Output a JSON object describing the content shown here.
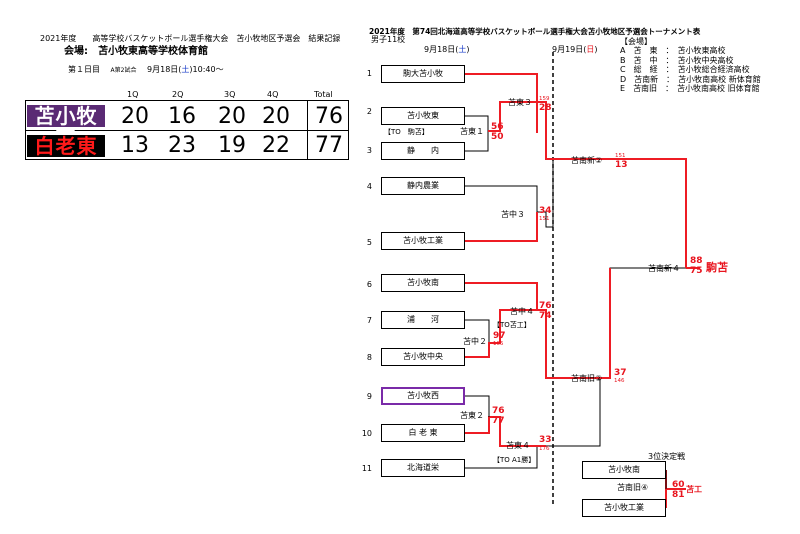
{
  "left": {
    "line1": "2021年度　　高等学校バスケットボール選手権大会　苫小牧地区予選会　結果記録",
    "venue": "会場:　苫小牧東高等学校体育館",
    "day_label": "第１日目",
    "match_label": "A第2試合",
    "date_prefix": "9月18日(",
    "date_day": "土",
    "date_suffix": ")10:40～",
    "headers": [
      "1Q",
      "2Q",
      "3Q",
      "4Q",
      "Total"
    ],
    "teams": [
      {
        "name": "苫小牧西",
        "scores": [
          "20",
          "16",
          "20",
          "20"
        ],
        "total": "76",
        "color": "#5a2a74"
      },
      {
        "name": "白老東",
        "scores": [
          "13",
          "23",
          "19",
          "22"
        ],
        "total": "77",
        "color": "#d81010"
      }
    ]
  },
  "right": {
    "title": "2021年度　第74回北海道高等学校バスケットボール選手権大会苫小牧地区予選会トーナメント表",
    "subtitle": "男子11校",
    "day1_prefix": "9月18日(",
    "day1_day": "土",
    "day1_suffix": ")",
    "day2_prefix": "9月19日(",
    "day2_day": "日",
    "day2_suffix": ")",
    "venue_header": "【会場】",
    "venues": [
      {
        "code": "A",
        "abbr": "苫　東",
        "name": "：　苫小牧東高校"
      },
      {
        "code": "B",
        "abbr": "苫　中",
        "name": "：　苫小牧中央高校"
      },
      {
        "code": "C",
        "abbr": "総　経",
        "name": "：　苫小牧総合経済高校"
      },
      {
        "code": "D",
        "abbr": "苫南新",
        "name": "：　苫小牧南高校 新体育館"
      },
      {
        "code": "E",
        "abbr": "苫南旧",
        "name": "：　苫小牧南高校 旧体育館"
      }
    ],
    "teams": [
      {
        "seed": "1",
        "name": "駒大苫小牧"
      },
      {
        "seed": "2",
        "name": "苫小牧東"
      },
      {
        "seed": "3",
        "name": "静　　内"
      },
      {
        "seed": "4",
        "name": "静内農業"
      },
      {
        "seed": "5",
        "name": "苫小牧工業"
      },
      {
        "seed": "6",
        "name": "苫小牧南"
      },
      {
        "seed": "7",
        "name": "浦　　河"
      },
      {
        "seed": "8",
        "name": "苫小牧中央"
      },
      {
        "seed": "9",
        "name": "苫小牧西"
      },
      {
        "seed": "10",
        "name": "白 老 東"
      },
      {
        "seed": "11",
        "name": "北海道栄"
      }
    ],
    "games": [
      {
        "name": "苫東１",
        "note": "【TO　駒苫】",
        "top": "56",
        "bottom": "50"
      },
      {
        "name": "苫東３",
        "top_small": "159",
        "bottom": "28"
      },
      {
        "name": "苫中３",
        "top": "34",
        "bottom_small": "151"
      },
      {
        "name": "苫中２",
        "note": "【TO苫工】",
        "top": "97",
        "bottom_small": "105"
      },
      {
        "name": "苫中４",
        "top": "76",
        "bottom": "74"
      },
      {
        "name": "苫東２",
        "top": "76",
        "bottom": "77"
      },
      {
        "name": "苫東４",
        "note": "【TO A1勝】",
        "top": "33",
        "bottom_small": "176"
      },
      {
        "name": "苫南新②",
        "top_small": "151",
        "bottom": "13"
      },
      {
        "name": "苫南旧②",
        "top": "37",
        "bottom_small": "146"
      },
      {
        "name": "苫南新４",
        "top": "88",
        "bottom": "75",
        "winner": "駒苫"
      }
    ],
    "third_place": {
      "label": "3位決定戦",
      "team1": "苫小牧南",
      "team2": "苫小牧工業",
      "game": "苫南旧④",
      "top": "60",
      "bottom": "81",
      "winner": "苫工"
    }
  }
}
